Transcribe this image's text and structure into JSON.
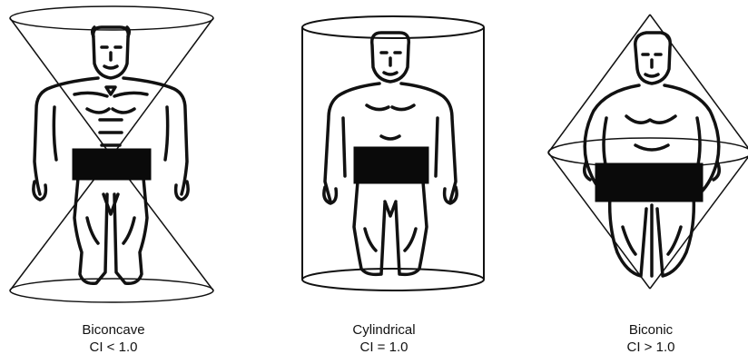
{
  "panels": [
    {
      "name": "Biconcave",
      "ci": "CI < 1.0"
    },
    {
      "name": "Cylindrical",
      "ci": "CI = 1.0"
    },
    {
      "name": "Biconic",
      "ci": "CI > 1.0"
    }
  ],
  "colors": {
    "ink": "#111111",
    "trunks": "#0a0a0a",
    "background": "#ffffff"
  }
}
